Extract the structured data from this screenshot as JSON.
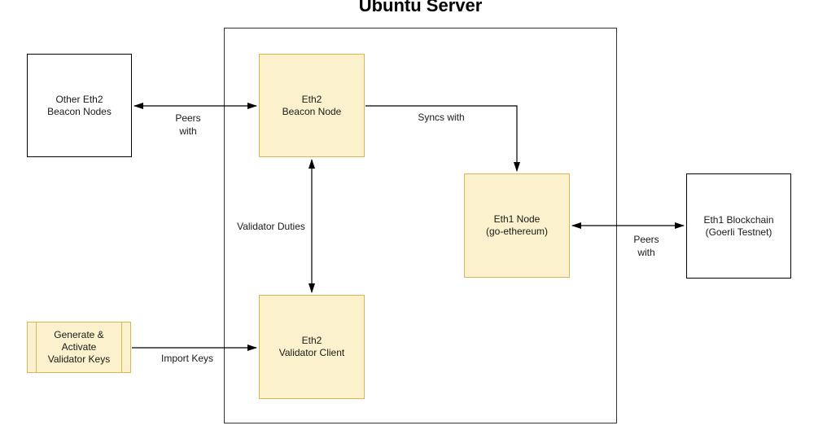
{
  "title": "Ubuntu Server",
  "colors": {
    "node_fill": "#FBF1CC",
    "node_stroke": "#D6B656",
    "plain_fill": "#FFFFFF",
    "plain_stroke": "#000000",
    "container_stroke": "#333333",
    "arrow": "#000000",
    "text": "#1A1A1A"
  },
  "nodes": {
    "other_beacon": {
      "label": "Other Eth2\nBeacon Nodes"
    },
    "beacon": {
      "label": "Eth2\nBeacon Node"
    },
    "eth1": {
      "label": "Eth1 Node\n(go-ethereum)"
    },
    "blockchain": {
      "label": "Eth1 Blockchain\n(Goerli Testnet)"
    },
    "validator": {
      "label": "Eth2\nValidator Client"
    },
    "keys": {
      "label": "Generate &\nActivate\nValidator Keys"
    }
  },
  "edges": {
    "peers_left": {
      "label": "Peers\nwith"
    },
    "syncs_with": {
      "label": "Syncs with"
    },
    "validator_duties": {
      "label": "Validator Duties"
    },
    "import_keys": {
      "label": "Import Keys"
    },
    "peers_right": {
      "label": "Peers\nwith"
    }
  }
}
